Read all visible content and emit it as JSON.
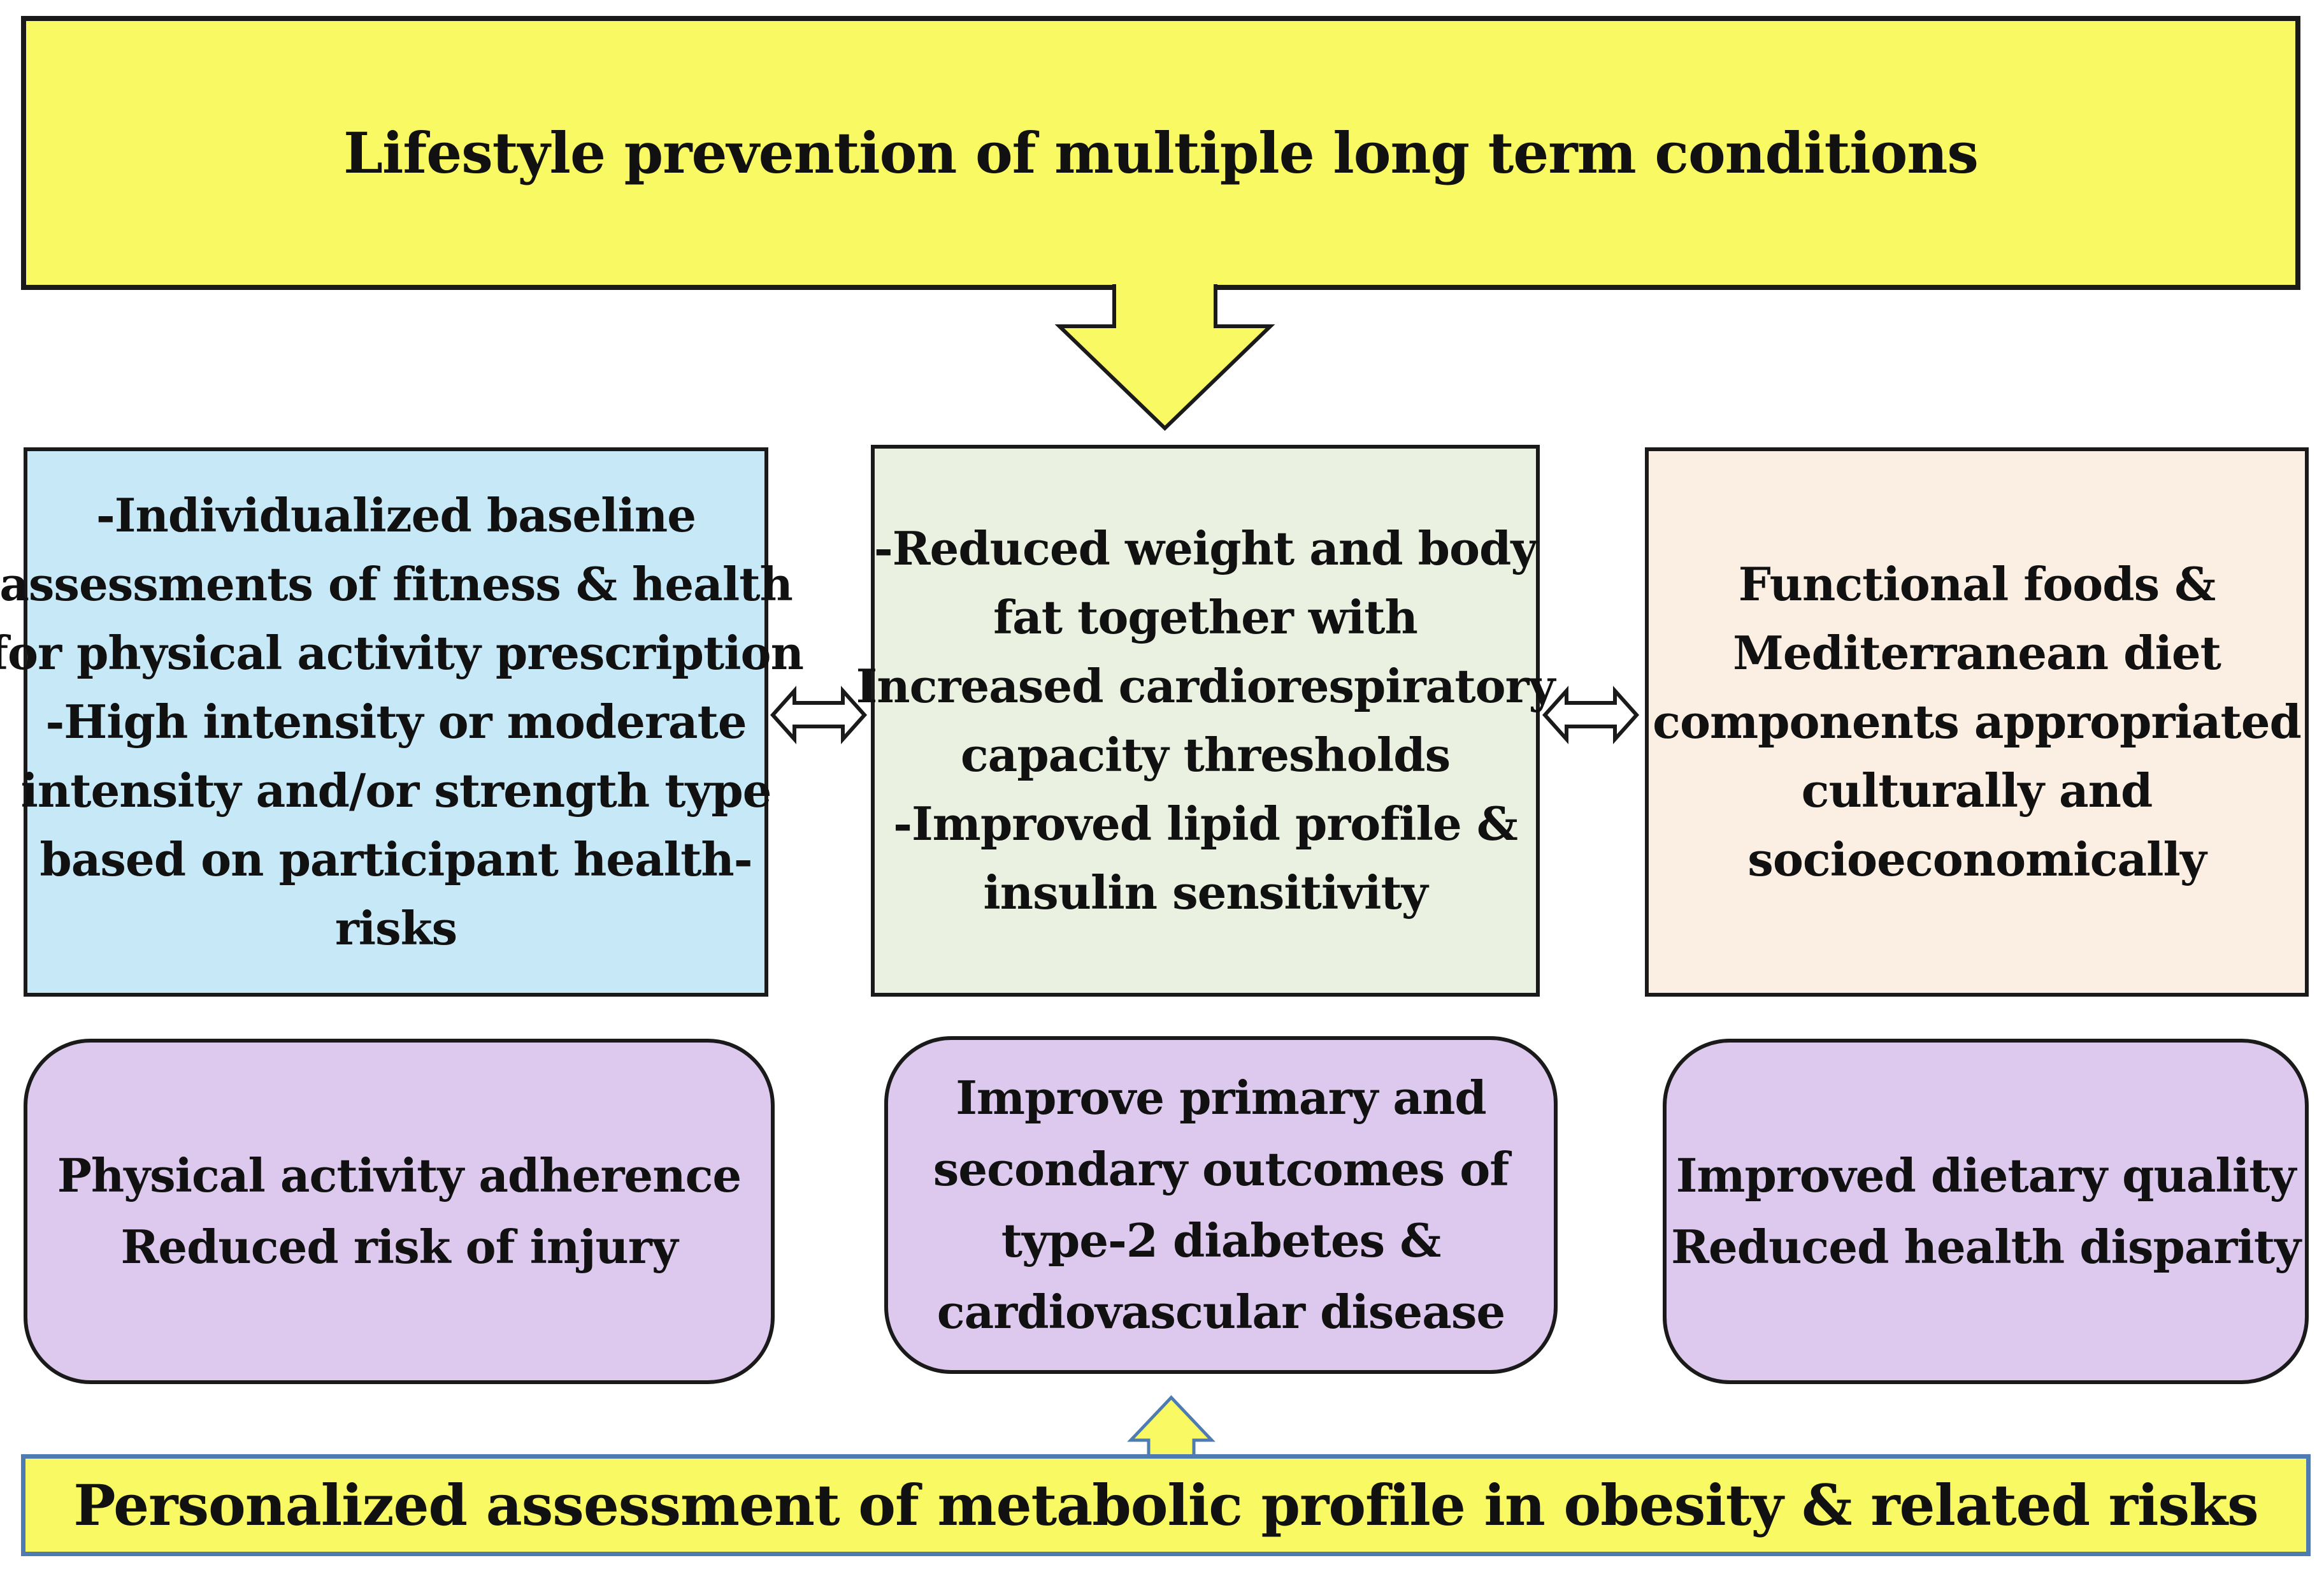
{
  "figure": {
    "top_banner": {
      "text": "Lifestyle prevention of multiple long term conditions"
    },
    "middle_row": {
      "physical_activity_box": {
        "lines": [
          "-Individualized baseline",
          "assessments of fitness & health",
          "for physical activity prescription",
          "-High intensity or moderate",
          "intensity and/or strength type",
          "based on participant health-",
          "risks"
        ]
      },
      "metabolic_outcomes_box": {
        "lines": [
          "-Reduced weight and body",
          "fat together with",
          "Increased cardiorespiratory",
          "capacity thresholds",
          "-Improved lipid profile &",
          "insulin sensitivity"
        ]
      },
      "diet_box": {
        "lines": [
          "Functional foods &",
          "Mediterranean diet",
          "components appropriated",
          "culturally and",
          "socioeconomically"
        ]
      }
    },
    "results_row": {
      "physical_activity_result": {
        "lines": [
          "Physical activity adherence",
          "Reduced risk of injury"
        ]
      },
      "clinical_result": {
        "lines": [
          "Improve primary and",
          "secondary outcomes of",
          "type-2 diabetes &",
          "cardiovascular disease"
        ]
      },
      "diet_result": {
        "lines": [
          "Improved dietary quality",
          "Reduced health disparity"
        ]
      }
    },
    "bottom_banner": {
      "text": "Personalized assessment of metabolic profile in obesity & related risks"
    },
    "icons": {
      "down_arrow": "block-arrow-down",
      "left_double_arrow": "double-headed-horizontal-arrow",
      "right_double_arrow": "double-headed-horizontal-arrow",
      "up_arrow": "block-arrow-up"
    },
    "colors": {
      "banner_yellow": "#F9F963",
      "box_blue": "#C7E9F7",
      "box_green": "#EAF1E1",
      "box_peach": "#FBEEE2",
      "box_purple": "#DCC9ED",
      "steel_blue_border": "#4E7CB0",
      "border_black": "#1A1A1A"
    }
  }
}
